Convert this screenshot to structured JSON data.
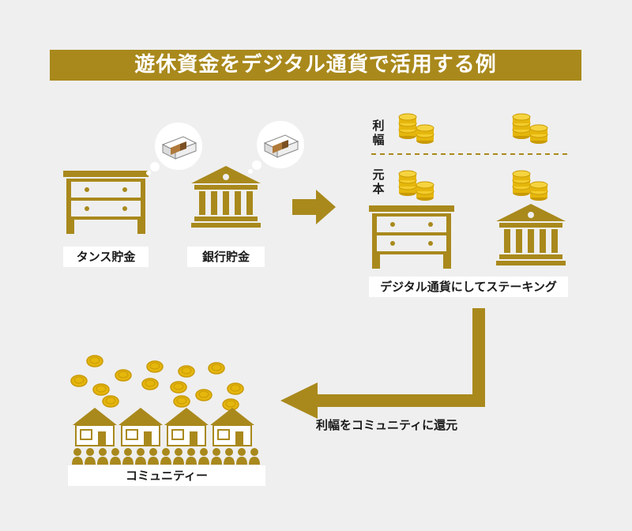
{
  "title": "遊休資金をデジタル通貨で活用する例",
  "labels": {
    "tansu": "タンス貯金",
    "bank": "銀行貯金",
    "staking": "デジタル通貨にしてステーキング",
    "profit": "利幅",
    "principal": "元本",
    "return": "利幅をコミュニティに還元",
    "community": "コミュニティー"
  },
  "colors": {
    "gold": "#a9891c",
    "coin": "#e5b60c",
    "background": "#efefef"
  },
  "icons": [
    "drawer-chest-icon",
    "bank-building-icon",
    "money-bundle-icon",
    "coin-stack-icon",
    "house-icon",
    "person-icon",
    "coin-icon",
    "arrow-icon"
  ]
}
